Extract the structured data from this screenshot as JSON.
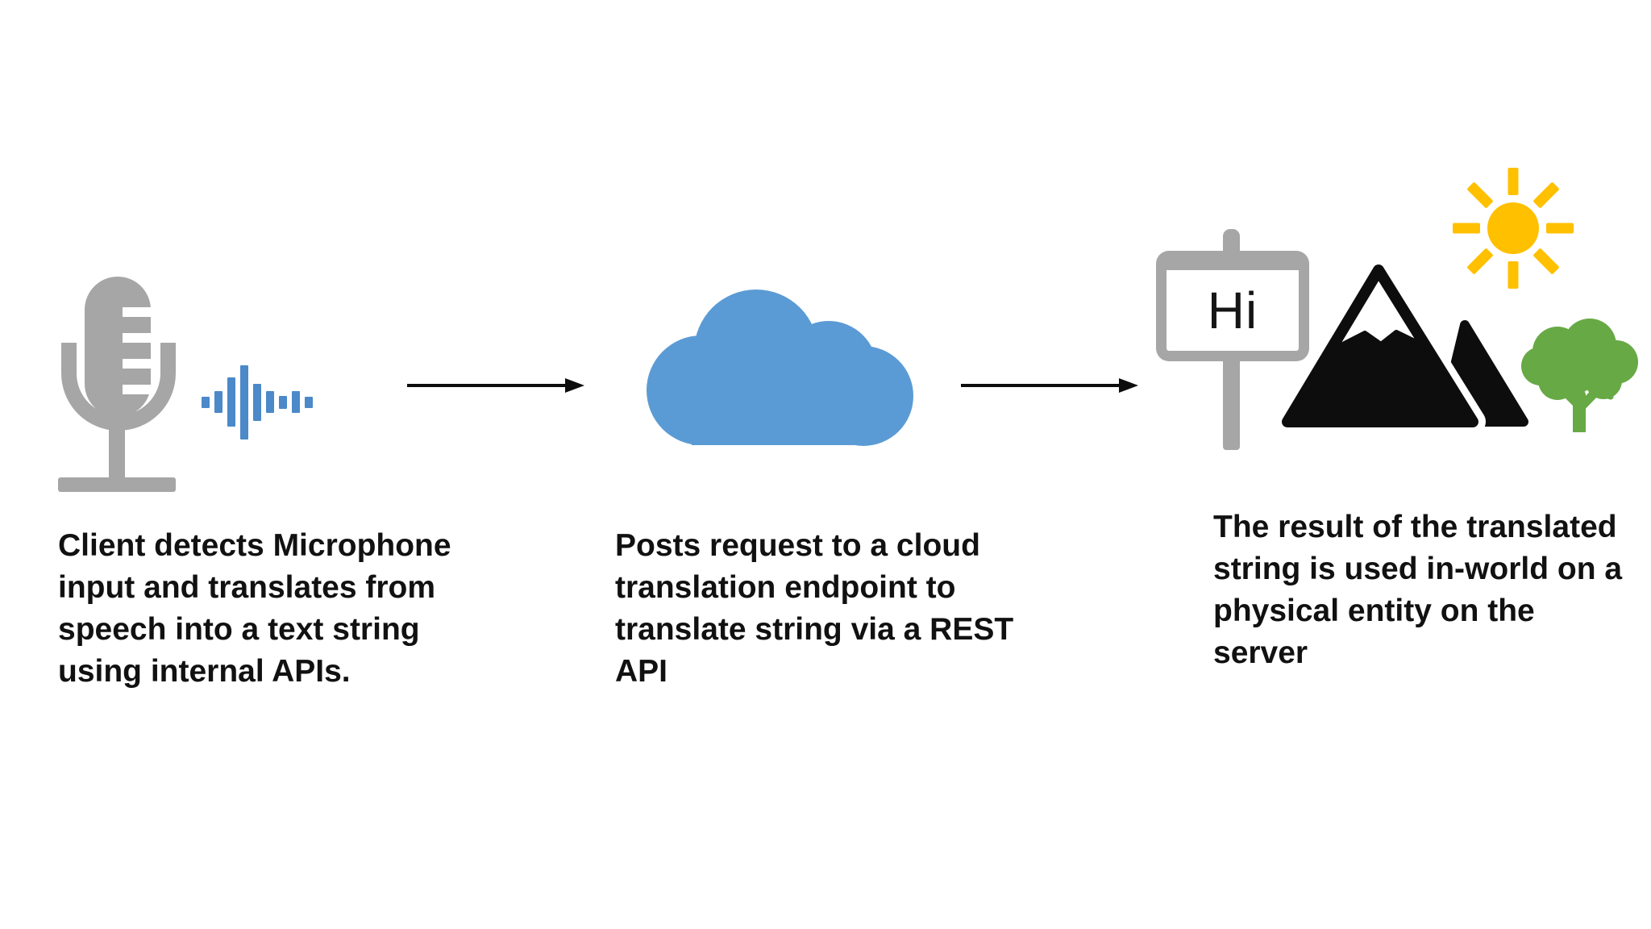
{
  "diagram_title": "",
  "colors": {
    "gray": "#a6a6a6",
    "wave_blue": "#4b89c9",
    "cloud_blue": "#5b9bd5",
    "sun_yellow": "#ffc000",
    "tree_green": "#67a945",
    "ink": "#111111"
  },
  "wave_bars": [
    14,
    27,
    61,
    92,
    46,
    27,
    16,
    27,
    14
  ],
  "stages": [
    {
      "id": "client",
      "icons": [
        "microphone-icon",
        "audio-wave-icon"
      ],
      "caption_lines": [
        "Client detects Microphone",
        "input and translates from",
        "speech into a text string",
        "using internal APIs."
      ]
    },
    {
      "id": "cloud-translation",
      "icons": [
        "cloud-icon"
      ],
      "caption_lines": [
        "Posts request to a cloud",
        "translation endpoint to",
        "translate string via a REST",
        "API"
      ]
    },
    {
      "id": "server-world",
      "icons": [
        "sign-icon",
        "mountains-icon",
        "sun-icon",
        "tree-icon"
      ],
      "sign_label": "Hi",
      "caption_lines": [
        "The result of the translated",
        "string is used in-world on a",
        "physical entity on the",
        "server"
      ]
    }
  ],
  "arrows": [
    {
      "from": "client",
      "to": "cloud-translation"
    },
    {
      "from": "cloud-translation",
      "to": "server-world"
    }
  ]
}
